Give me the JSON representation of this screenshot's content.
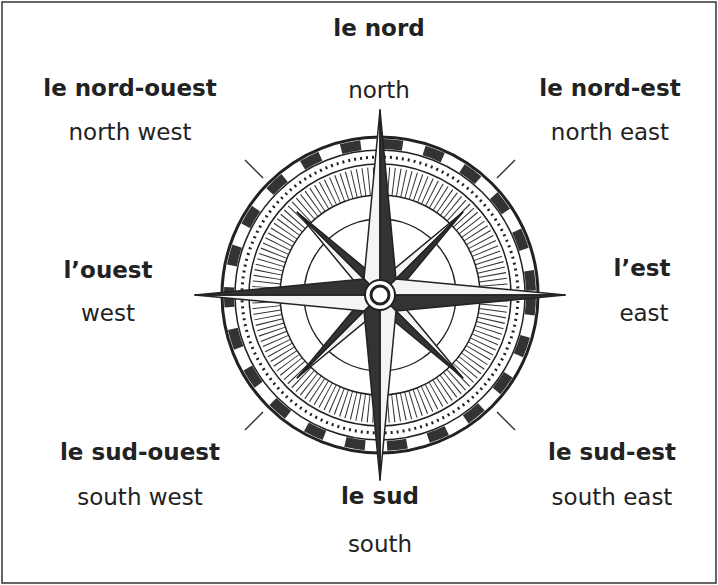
{
  "diagram": {
    "labels": [
      "le nord",
      "north",
      "le nord-ouest",
      "north west",
      "le nord-est",
      "north east",
      "l’ouest",
      "west",
      "l’est",
      "east",
      "le sud-ouest",
      "south west",
      "le sud",
      "south",
      "le sud-est",
      "south east"
    ]
  }
}
